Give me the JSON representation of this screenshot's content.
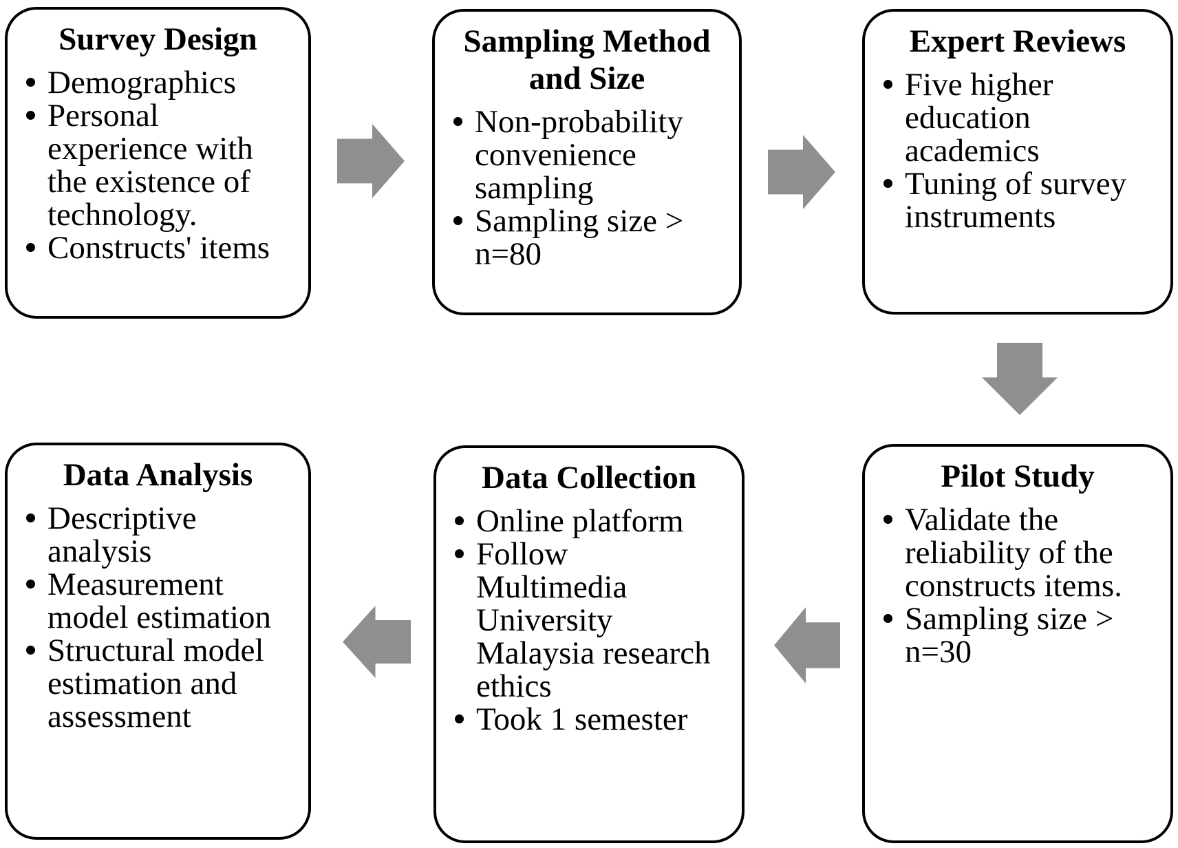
{
  "diagram": {
    "type": "flowchart",
    "background_color": "#ffffff",
    "box_border_color": "#000000",
    "text_color": "#000000",
    "arrow_color": "#8f8f8f"
  },
  "boxes": [
    {
      "id": "survey-design",
      "title": "Survey Design",
      "bullets": [
        "Demographics",
        "Personal experience with the existence of technology.",
        "Constructs' items"
      ]
    },
    {
      "id": "sampling-method-and-size",
      "title": "Sampling Method and Size",
      "bullets": [
        "Non-probability convenience sampling",
        "Sampling size > n=80"
      ]
    },
    {
      "id": "expert-reviews",
      "title": "Expert Reviews",
      "bullets": [
        "Five higher education academics",
        "Tuning of survey instruments"
      ]
    },
    {
      "id": "pilot-study",
      "title": "Pilot Study",
      "bullets": [
        "Validate the reliability of the constructs items.",
        "Sampling size > n=30"
      ]
    },
    {
      "id": "data-collection",
      "title": "Data Collection",
      "bullets": [
        "Online platform",
        "Follow Multimedia University Malaysia research ethics",
        "Took 1 semester"
      ]
    },
    {
      "id": "data-analysis",
      "title": "Data Analysis",
      "bullets": [
        "Descriptive analysis",
        "Measurement model estimation",
        "Structural model estimation and assessment"
      ]
    }
  ],
  "arrows": [
    {
      "from": "survey-design",
      "to": "sampling-method-and-size",
      "direction": "right"
    },
    {
      "from": "sampling-method-and-size",
      "to": "expert-reviews",
      "direction": "right"
    },
    {
      "from": "expert-reviews",
      "to": "pilot-study",
      "direction": "down"
    },
    {
      "from": "pilot-study",
      "to": "data-collection",
      "direction": "left"
    },
    {
      "from": "data-collection",
      "to": "data-analysis",
      "direction": "left"
    }
  ]
}
